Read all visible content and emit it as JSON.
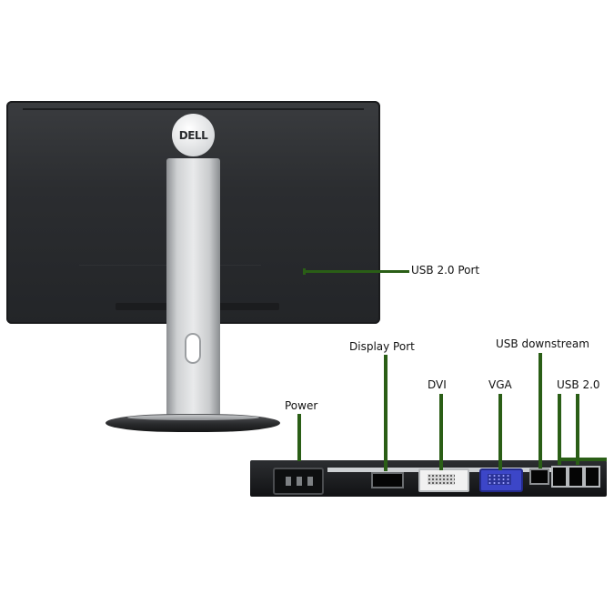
{
  "image": {
    "logo_text": "DELL",
    "labels": {
      "usb_2_port": "USB 2.0 Port",
      "display_port": "Display Port",
      "usb_downstream": "USB downstream",
      "dvi": "DVI",
      "vga": "VGA",
      "usb_2": "USB 2.0",
      "power": "Power"
    },
    "colors": {
      "callout_line": "#2a5e16",
      "monitor_back": "#2b2d30",
      "vga_port": "#3c46c8"
    }
  }
}
